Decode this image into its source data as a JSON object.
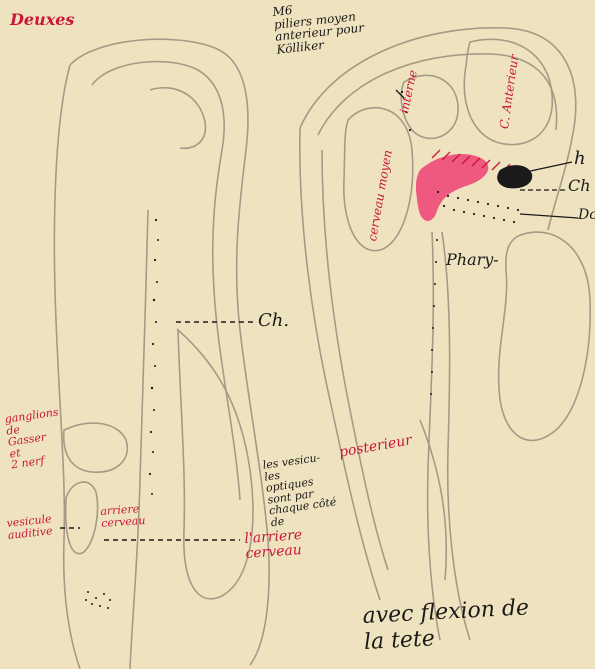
{
  "colors": {
    "paper": "#efe3bf",
    "pencil": "#a49a86",
    "ink": "#1a1a1a",
    "red_ink": "#c8173a",
    "magenta_wash": "#ee3f73",
    "tissue_shading": "#cdbfa1"
  },
  "labels": {
    "top_left": "Deuxes",
    "top_center": "M6\npiliers moyen\nanterieur pour\nKölliker",
    "interne": "interne",
    "c_anterieur": "C. Anterieur",
    "cerveau_moyen": "cerveau moyen",
    "pharynx": "Phary-",
    "h_mark": "h",
    "ch_right": "Ch",
    "dc_mark": "Dc",
    "ch_middle": "Ch.",
    "ganglions": "ganglions\nde\nGasser\net\n2 nerf",
    "posterieur": "posterieur",
    "vesicules": "les vesicu-\nles\noptiques\nsont par\nchaque côté\nde",
    "vesicule_auditive": "vesicule\nauditive",
    "arriere_cerveau_left": "arriere\ncerveau",
    "arriere_cerveau_right": "l'arriere\ncerveau",
    "caption": "avec flexion de\nla tete"
  }
}
